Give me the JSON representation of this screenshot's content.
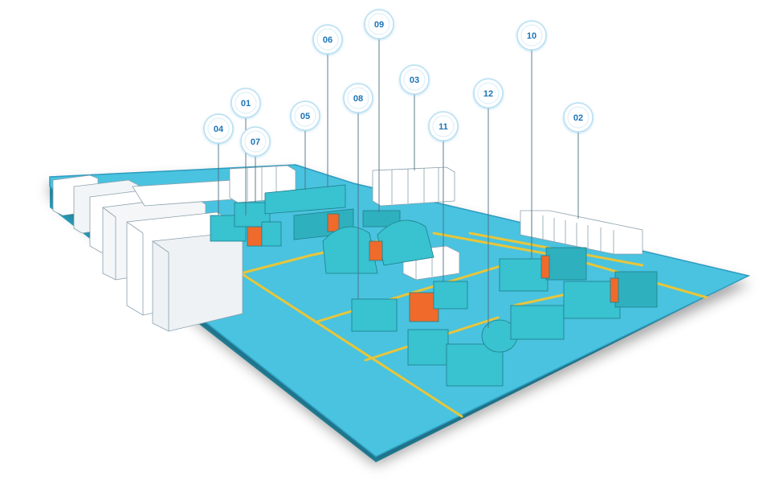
{
  "callouts": [
    {
      "id": "c01",
      "text": "01"
    },
    {
      "id": "c02",
      "text": "02"
    },
    {
      "id": "c03",
      "text": "03"
    },
    {
      "id": "c04",
      "text": "04"
    },
    {
      "id": "c05",
      "text": "05"
    },
    {
      "id": "c06",
      "text": "06"
    },
    {
      "id": "c07",
      "text": "07"
    },
    {
      "id": "c08",
      "text": "08"
    },
    {
      "id": "c09",
      "text": "09"
    },
    {
      "id": "c10",
      "text": "10"
    },
    {
      "id": "c11",
      "text": "11"
    },
    {
      "id": "c12",
      "text": "12"
    }
  ],
  "colors": {
    "floor": "#49c3df",
    "floor_edge": "#2a9fbd",
    "floor_lines": "#e9c53a",
    "machine": "#39c2cf",
    "machine_dark": "#1f8f9b",
    "accent": "#f06a2c",
    "cabinet": "#ffffff",
    "callout_text": "#1b74b8",
    "callout_ring": "#b9dff2"
  }
}
